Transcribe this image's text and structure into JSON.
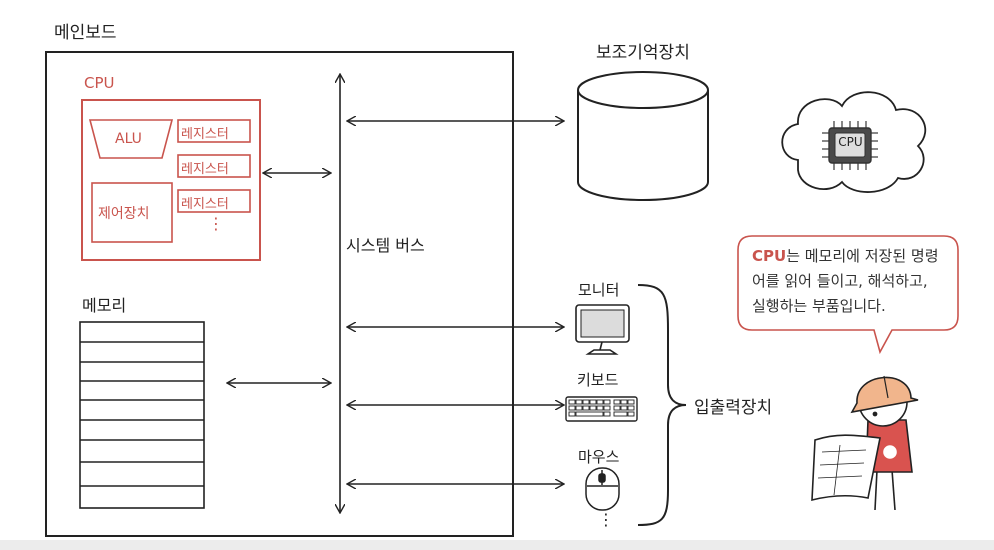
{
  "mainboard": {
    "title": "메인보드",
    "cpu": {
      "title": "CPU",
      "alu": "ALU",
      "registers": [
        "레지스터",
        "레지스터",
        "레지스터"
      ],
      "more": "⋮",
      "control_unit": "제어장치"
    },
    "memory": {
      "title": "메모리"
    },
    "system_bus": "시스템 버스"
  },
  "storage": {
    "title": "보조기억장치"
  },
  "io": {
    "group_label": "입출력장치",
    "monitor": "모니터",
    "keyboard": "키보드",
    "mouse": "마우스",
    "more": "⋮"
  },
  "cloud": {
    "chip_label": "CPU"
  },
  "speech": {
    "highlight": "CPU",
    "line1_rest": "는 메모리에 저장된 명령",
    "line2": "어를 읽어 들이고, 해석하고,",
    "line3": "실행하는 부품입니다."
  },
  "colors": {
    "accent": "#c9544d",
    "line": "#222222"
  }
}
